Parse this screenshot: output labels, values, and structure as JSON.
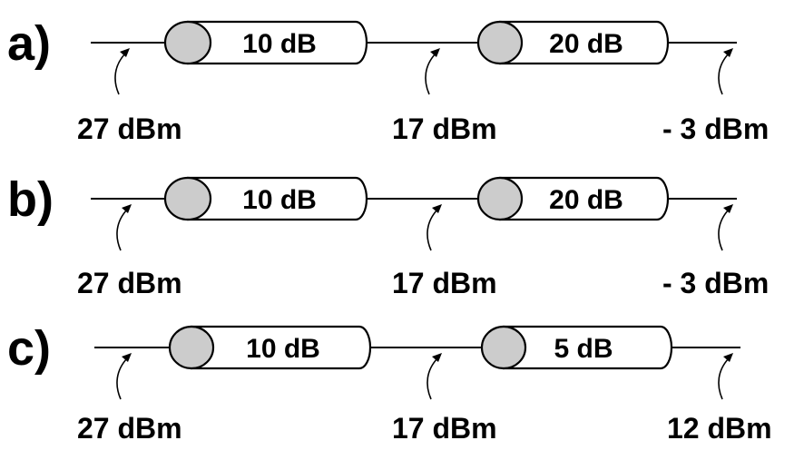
{
  "colors": {
    "line": "#000000",
    "cylinder_face": "#cccccc",
    "cylinder_body": "#ffffff",
    "text": "#000000",
    "background": "#ffffff"
  },
  "rows": [
    {
      "letter": "a)",
      "attenuators": [
        {
          "label": "10 dB"
        },
        {
          "label": "20 dB"
        }
      ],
      "power_labels": [
        "27 dBm",
        "17 dBm",
        "- 3 dBm"
      ]
    },
    {
      "letter": "b)",
      "attenuators": [
        {
          "label": "10 dB"
        },
        {
          "label": "20 dB"
        }
      ],
      "power_labels": [
        "27 dBm",
        "17 dBm",
        "- 3 dBm"
      ]
    },
    {
      "letter": "c)",
      "attenuators": [
        {
          "label": "10 dB"
        },
        {
          "label": "5 dB"
        }
      ],
      "power_labels": [
        "27 dBm",
        "17 dBm",
        "12 dBm"
      ]
    }
  ]
}
